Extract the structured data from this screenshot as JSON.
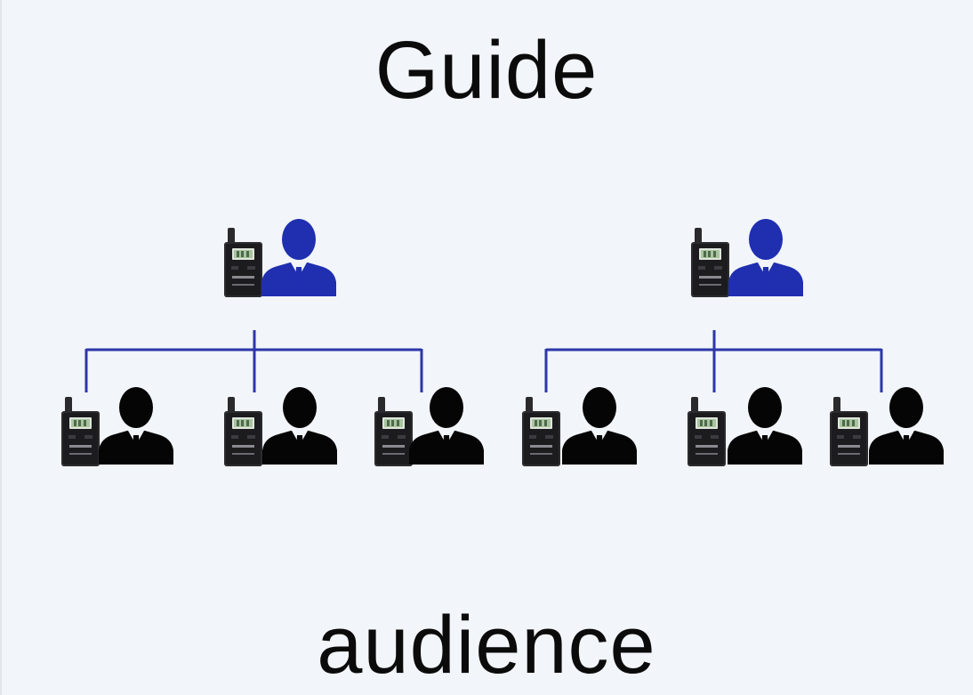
{
  "labels": {
    "top": "Guide",
    "bottom": "audience"
  },
  "colors": {
    "background": "#f2f5f9",
    "guide_person": "#1f2fb0",
    "audience_person": "#050505",
    "connector": "#2c37a8",
    "device_body": "#1c1c1e",
    "device_screen": "#a9c4a0"
  },
  "groups": [
    {
      "guide": {
        "role": "guide",
        "icon": "person-icon",
        "device": "transmitter-icon"
      },
      "audience": [
        {
          "role": "audience",
          "icon": "person-icon",
          "device": "receiver-icon"
        },
        {
          "role": "audience",
          "icon": "person-icon",
          "device": "receiver-icon"
        },
        {
          "role": "audience",
          "icon": "person-icon",
          "device": "receiver-icon"
        }
      ]
    },
    {
      "guide": {
        "role": "guide",
        "icon": "person-icon",
        "device": "transmitter-icon"
      },
      "audience": [
        {
          "role": "audience",
          "icon": "person-icon",
          "device": "receiver-icon"
        },
        {
          "role": "audience",
          "icon": "person-icon",
          "device": "receiver-icon"
        },
        {
          "role": "audience",
          "icon": "person-icon",
          "device": "receiver-icon"
        }
      ]
    }
  ]
}
